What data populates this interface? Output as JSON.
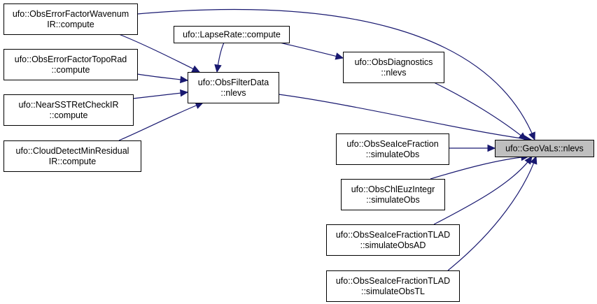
{
  "diagram": {
    "type": "call-graph",
    "nodes": [
      {
        "id": "geovals",
        "lines": [
          "ufo::GeoVaLs::nlevs"
        ],
        "focus": true
      },
      {
        "id": "lapse",
        "lines": [
          "ufo::LapseRate::compute"
        ]
      },
      {
        "id": "diag",
        "lines": [
          "ufo::ObsDiagnostics",
          "::nlevs"
        ]
      },
      {
        "id": "filterdata",
        "lines": [
          "ufo::ObsFilterData",
          "::nlevs"
        ]
      },
      {
        "id": "errwave",
        "lines": [
          "ufo::ObsErrorFactorWavenum",
          "IR::compute"
        ]
      },
      {
        "id": "errtopo",
        "lines": [
          "ufo::ObsErrorFactorTopoRad",
          "::compute"
        ]
      },
      {
        "id": "nearsst",
        "lines": [
          "ufo::NearSSTRetCheckIR",
          "::compute"
        ]
      },
      {
        "id": "cloud",
        "lines": [
          "ufo::CloudDetectMinResidual",
          "IR::compute"
        ]
      },
      {
        "id": "seaice",
        "lines": [
          "ufo::ObsSeaIceFraction",
          "::simulateObs"
        ]
      },
      {
        "id": "chleuz",
        "lines": [
          "ufo::ObsChlEuzIntegr",
          "::simulateObs"
        ]
      },
      {
        "id": "seaice_ad",
        "lines": [
          "ufo::ObsSeaIceFractionTLAD",
          "::simulateObsAD"
        ]
      },
      {
        "id": "seaice_tl",
        "lines": [
          "ufo::ObsSeaIceFractionTLAD",
          "::simulateObsTL"
        ]
      }
    ],
    "edges": [
      {
        "from": "errwave",
        "to": "filterdata"
      },
      {
        "from": "errtopo",
        "to": "filterdata"
      },
      {
        "from": "nearsst",
        "to": "filterdata"
      },
      {
        "from": "cloud",
        "to": "filterdata"
      },
      {
        "from": "lapse",
        "to": "diag"
      },
      {
        "from": "lapse",
        "to": "filterdata"
      },
      {
        "from": "diag",
        "to": "geovals"
      },
      {
        "from": "filterdata",
        "to": "geovals"
      },
      {
        "from": "errwave",
        "to": "geovals"
      },
      {
        "from": "seaice",
        "to": "geovals"
      },
      {
        "from": "chleuz",
        "to": "geovals"
      },
      {
        "from": "seaice_ad",
        "to": "geovals"
      },
      {
        "from": "seaice_tl",
        "to": "geovals"
      }
    ],
    "colors": {
      "edge": "#191970",
      "focus_fill": "#bfbfbf",
      "node_fill": "#ffffff",
      "border": "#000000"
    }
  }
}
